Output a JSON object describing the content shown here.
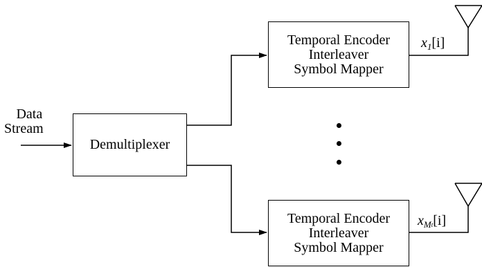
{
  "input": {
    "line1": "Data",
    "line2": "Stream"
  },
  "demux": {
    "label": "Demultiplexer"
  },
  "encoders": [
    {
      "line1": "Temporal Encoder",
      "line2": "Interleaver",
      "line3": "Symbol Mapper",
      "output_var": "x",
      "output_sub": "1",
      "output_index": "[i]"
    },
    {
      "line1": "Temporal Encoder",
      "line2": "Interleaver",
      "line3": "Symbol Mapper",
      "output_var": "x",
      "output_sub": "M",
      "output_subsub": "t",
      "output_index": "[i]"
    }
  ],
  "ellipsis": {
    "dots": 3
  }
}
